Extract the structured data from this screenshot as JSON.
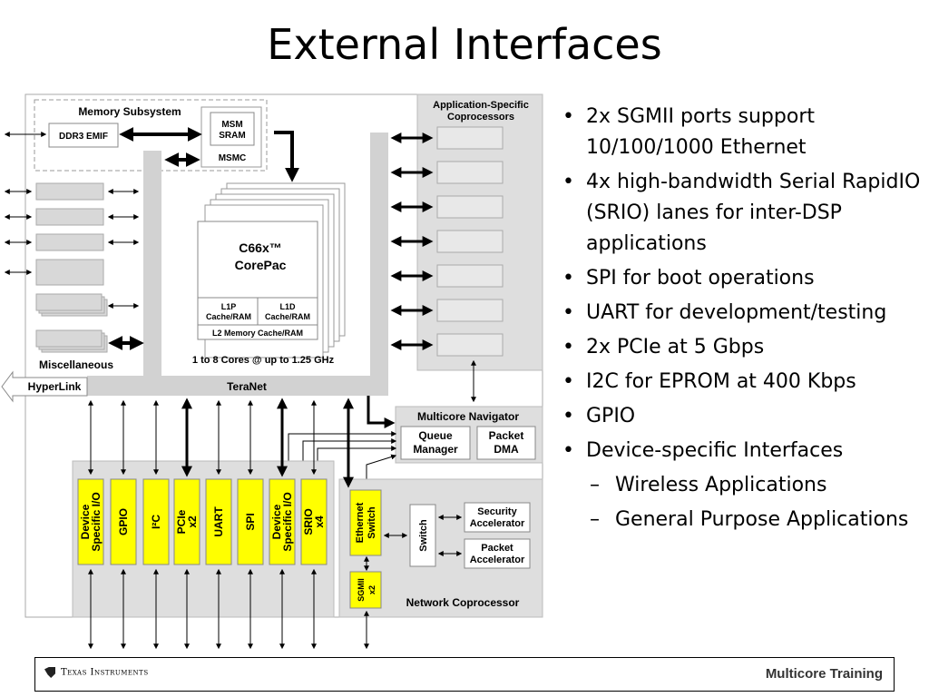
{
  "title": "External Interfaces",
  "bullets": [
    {
      "text": "2x SGMII ports support 10/100/1000 Ethernet",
      "level": 1
    },
    {
      "text": "4x high-bandwidth Serial RapidIO (SRIO) lanes for inter-DSP applications",
      "level": 1
    },
    {
      "text": "SPI for boot operations",
      "level": 1
    },
    {
      "text": "UART for development/testing",
      "level": 1
    },
    {
      "text": "2x PCIe at 5 Gbps",
      "level": 1
    },
    {
      "text": "I2C for EPROM at 400 Kbps",
      "level": 1
    },
    {
      "text": "GPIO",
      "level": 1
    },
    {
      "text": "Device-specific Interfaces",
      "level": 1
    },
    {
      "text": "Wireless Applications",
      "level": 2
    },
    {
      "text": "General Purpose Applications",
      "level": 2
    }
  ],
  "diagram": {
    "memory_subsystem": "Memory Subsystem",
    "ddr3_emif": "DDR3 EMIF",
    "msm_sram": [
      "MSM",
      "SRAM"
    ],
    "msmc": "MSMC",
    "app_coprocessors": [
      "Application-Specific",
      "Coprocessors"
    ],
    "corepac_title": [
      "C66x™",
      "CorePac"
    ],
    "l1p": [
      "L1P",
      "Cache/RAM"
    ],
    "l1d": [
      "L1D",
      "Cache/RAM"
    ],
    "l2": "L2 Memory Cache/RAM",
    "cores": "1 to 8 Cores @ up to 1.25 GHz",
    "miscellaneous": "Miscellaneous",
    "hyperlink": "HyperLink",
    "teranet": "TeraNet",
    "multicore_navigator": "Multicore Navigator",
    "queue_manager": [
      "Queue",
      "Manager"
    ],
    "packet_dma": [
      "Packet",
      "DMA"
    ],
    "peripherals": [
      [
        "Device",
        "Specific I/O"
      ],
      [
        "GPIO"
      ],
      [
        "I²C"
      ],
      [
        "PCIe",
        "x2"
      ],
      [
        "UART"
      ],
      [
        "SPI"
      ],
      [
        "Device",
        "Specific I/O"
      ],
      [
        "SRIO",
        "x4"
      ]
    ],
    "ethernet_switch": [
      "Ethernet",
      "Switch"
    ],
    "switch": "Switch",
    "sgmii": [
      "SGMII",
      "x2"
    ],
    "security_accelerator": [
      "Security",
      "Accelerator"
    ],
    "packet_accelerator": [
      "Packet",
      "Accelerator"
    ],
    "network_coprocessor": "Network Coprocessor",
    "colors": {
      "panel_gray": "#dedede",
      "teranet_gray": "#d2d2d2",
      "peripheral_yellow": "#ffff00",
      "box_gray": "#e4e4e4",
      "line": "#000000"
    }
  },
  "footer": {
    "logo": "Texas Instruments",
    "right": "Multicore Training"
  }
}
